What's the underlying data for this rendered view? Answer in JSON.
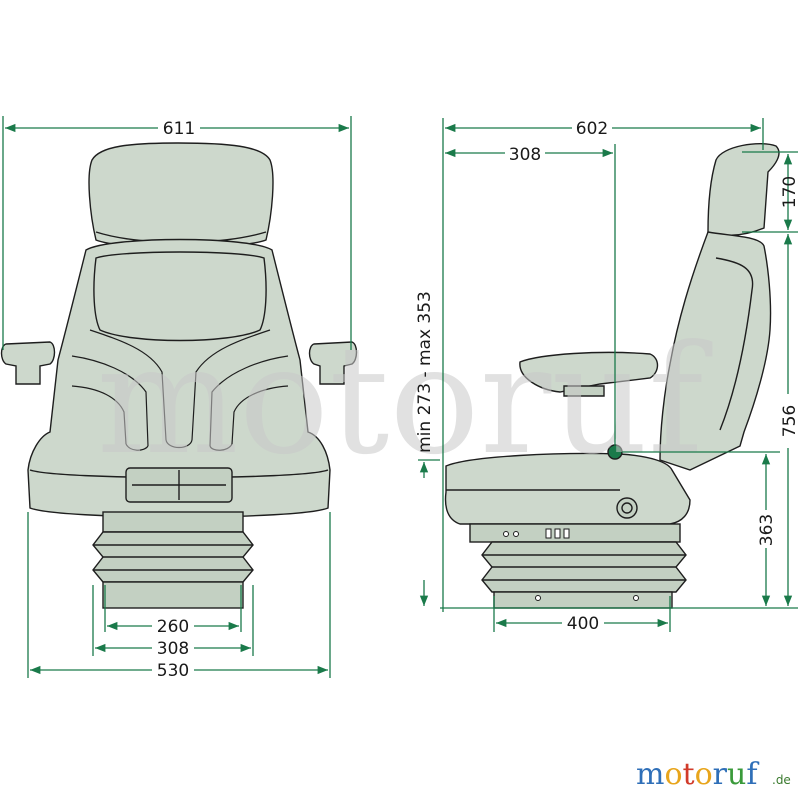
{
  "drawing": {
    "front_view": {
      "width_top": "611",
      "base_inner": "260",
      "base_outer": "308",
      "bottom_width": "530"
    },
    "side_view": {
      "depth_top": "602",
      "depth_to_hip": "308",
      "headrest_height": "170",
      "total_height": "756",
      "cushion_height": "363",
      "base_depth": "400",
      "suspension_range": "min 273 - max 353"
    }
  },
  "watermark": "motoruf",
  "logo": {
    "letters": [
      "m",
      "o",
      "t",
      "o",
      "r",
      "u",
      "f"
    ],
    "tld": ".de",
    "colors": [
      "#2f6fb8",
      "#e8a51c",
      "#d13b2a",
      "#e8a51c",
      "#2f6fb8",
      "#3a9a3a",
      "#2f6fb8"
    ]
  },
  "colors": {
    "seat_fill": "#cdd8cc",
    "outline": "#1e1e1e",
    "dimension_line": "#1a7a4a"
  }
}
